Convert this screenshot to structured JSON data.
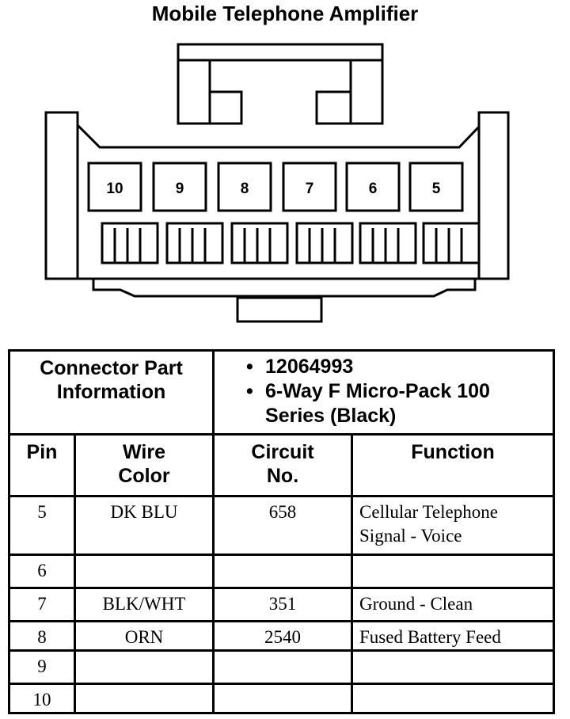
{
  "title": "Mobile Telephone Amplifier",
  "connector": {
    "pins": [
      "10",
      "9",
      "8",
      "7",
      "6",
      "5"
    ]
  },
  "part_info": {
    "label": "Connector Part Information",
    "items": [
      "12064993",
      "6-Way F Micro-Pack 100 Series (Black)"
    ]
  },
  "table": {
    "headers": {
      "pin": "Pin",
      "wire": "Wire Color",
      "circuit": "Circuit No.",
      "function": "Function"
    },
    "rows": [
      {
        "pin": "5",
        "wire": "DK BLU",
        "circuit": "658",
        "function": "Cellular Telephone Signal - Voice"
      },
      {
        "pin": "6",
        "wire": "",
        "circuit": "",
        "function": ""
      },
      {
        "pin": "7",
        "wire": "BLK/WHT",
        "circuit": "351",
        "function": "Ground - Clean"
      },
      {
        "pin": "8",
        "wire": "ORN",
        "circuit": "2540",
        "function": "Fused Battery Feed"
      },
      {
        "pin": "9",
        "wire": "",
        "circuit": "",
        "function": ""
      },
      {
        "pin": "10",
        "wire": "",
        "circuit": "",
        "function": ""
      }
    ]
  }
}
